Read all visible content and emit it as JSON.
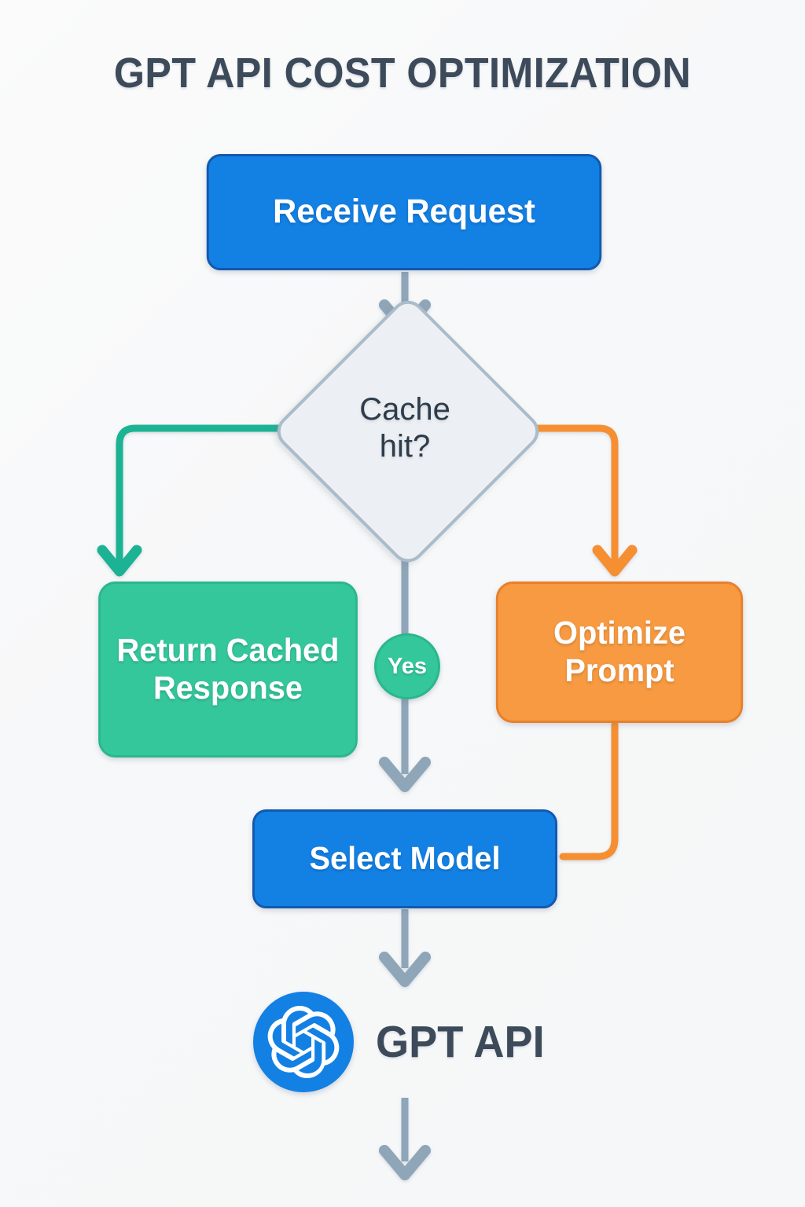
{
  "title": "GPT API COST OPTIMIZATION",
  "colors": {
    "background": "#f7f8f9",
    "title_text": "#3c4a5a",
    "blue_fill": "#1380e4",
    "blue_border": "#1259ae",
    "green_fill": "#35c79c",
    "green_border": "#2ab78d",
    "orange_fill": "#f79a41",
    "orange_border": "#e8802a",
    "decision_fill": "#eceff3",
    "decision_border": "#aabbc9",
    "decision_text": "#2e3b4a",
    "arrow_gray": "#8fa5b8"
  },
  "nodes": {
    "receive": {
      "label": "Receive Request",
      "shape": "rounded-rect",
      "color": "blue"
    },
    "decision": {
      "label": "Cache\nhit?",
      "shape": "diamond",
      "color": "gray"
    },
    "cached": {
      "label": "Return Cached Response",
      "shape": "rounded-rect",
      "color": "green"
    },
    "optimize": {
      "label": "Optimize Prompt",
      "shape": "rounded-rect",
      "color": "orange"
    },
    "select": {
      "label": "Select Model",
      "shape": "rounded-rect",
      "color": "blue"
    },
    "endpoint": {
      "label": "GPT API",
      "icon": "openai-logo-icon"
    }
  },
  "edges": {
    "yes_badge": "Yes"
  }
}
